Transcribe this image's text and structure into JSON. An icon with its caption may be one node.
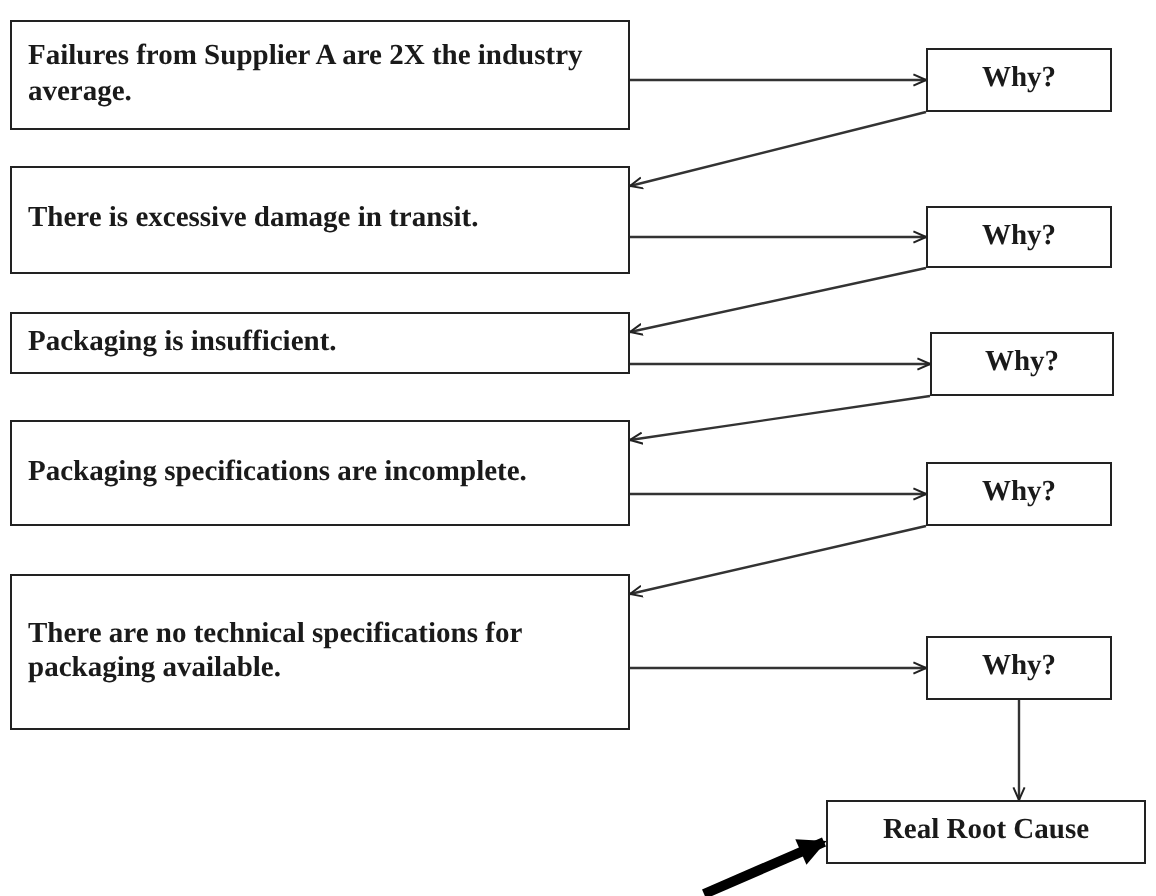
{
  "diagram": {
    "nodes": [
      {
        "text": [
          "Failures from Supplier A are 2X the industry average."
        ]
      },
      {
        "text": [
          "Why?"
        ]
      },
      {
        "text": [
          "There is excessive damage in transit."
        ]
      },
      {
        "text": [
          "Why?"
        ]
      },
      {
        "text": [
          "Packaging is insufficient."
        ]
      },
      {
        "text": [
          "Why?"
        ]
      },
      {
        "text": [
          "Packaging specifications are incomplete."
        ]
      },
      {
        "text": [
          "Why?"
        ]
      },
      {
        "text": [
          "There are no technical specifications for packaging available."
        ]
      },
      {
        "text": [
          "Why?"
        ]
      },
      {
        "text": [
          "Real Root Cause"
        ]
      }
    ],
    "edges": [
      {
        "from": 0,
        "to": 1,
        "arrow": "to"
      },
      {
        "from": 1,
        "to": 2,
        "arrow": "to"
      },
      {
        "from": 2,
        "to": 3,
        "arrow": "to"
      },
      {
        "from": 3,
        "to": 4,
        "arrow": "to"
      },
      {
        "from": 4,
        "to": 5,
        "arrow": "to"
      },
      {
        "from": 5,
        "to": 6,
        "arrow": "to"
      },
      {
        "from": 6,
        "to": 7,
        "arrow": "to"
      },
      {
        "from": 7,
        "to": 8,
        "arrow": "to"
      },
      {
        "from": 8,
        "to": 9,
        "arrow": "to"
      },
      {
        "from": 9,
        "to": 10,
        "arrow": "to"
      },
      {
        "from": null,
        "to": 10,
        "arrow": "to",
        "style": "thick"
      }
    ]
  }
}
